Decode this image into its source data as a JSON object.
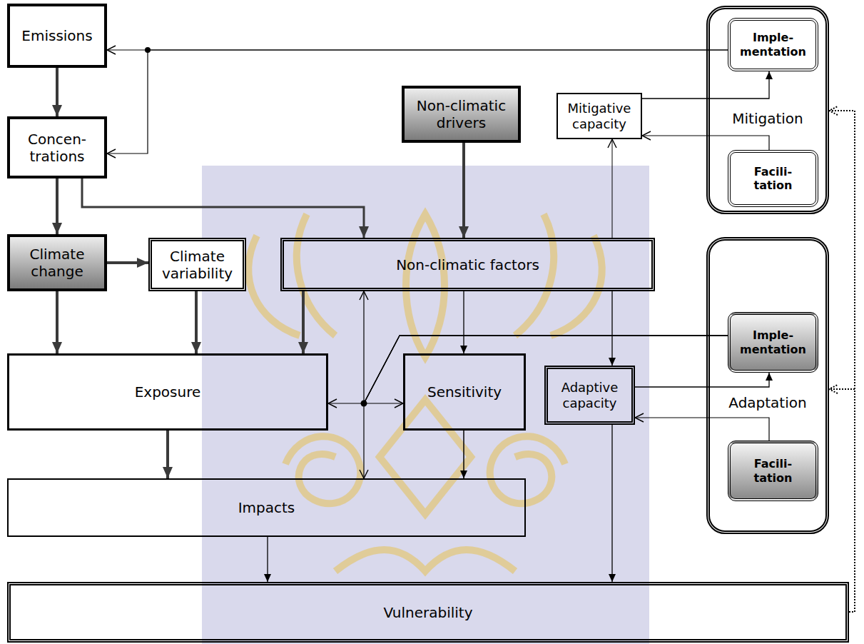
{
  "diagram": {
    "nodes": [
      {
        "text": [
          "Emissions"
        ]
      },
      {
        "text": [
          "Concen- trations"
        ]
      },
      {
        "text": [
          "Climate change"
        ]
      },
      {
        "text": [
          "Climate variability"
        ]
      },
      {
        "text": [
          "Non-climatic drivers"
        ]
      },
      {
        "text": [
          "Non-climatic factors"
        ]
      },
      {
        "text": [
          "Mitigative capacity"
        ]
      },
      {
        "text": [
          "Mitigation"
        ]
      },
      {
        "text": [
          "Imple- mentation"
        ],
        "in": 7
      },
      {
        "text": [
          "Facili- tation"
        ],
        "in": 7
      },
      {
        "text": [
          "Exposure"
        ]
      },
      {
        "text": [
          "Sensitivity"
        ]
      },
      {
        "text": [
          "Adaptive capacity"
        ]
      },
      {
        "text": [
          "Adaptation"
        ]
      },
      {
        "text": [
          "Imple- mentation"
        ],
        "in": 13
      },
      {
        "text": [
          "Facili- tation"
        ],
        "in": 13
      },
      {
        "text": [
          "Impacts"
        ]
      },
      {
        "text": [
          "Vulnerability"
        ]
      }
    ],
    "edges": [
      {
        "from": 0,
        "to": 1,
        "arrow": "to"
      },
      {
        "from": 1,
        "to": 2,
        "arrow": "to"
      },
      {
        "from": 1,
        "to": 5,
        "arrow": "to"
      },
      {
        "from": 2,
        "to": 3,
        "arrow": "to"
      },
      {
        "from": 2,
        "to": 10,
        "arrow": "to"
      },
      {
        "from": 3,
        "to": 10,
        "arrow": "to"
      },
      {
        "from": 4,
        "to": 5,
        "arrow": "to"
      },
      {
        "from": 5,
        "to": 10,
        "arrow": "to"
      },
      {
        "from": 5,
        "to": 11,
        "arrow": "to"
      },
      {
        "from": 5,
        "to": 6,
        "arrow": "to"
      },
      {
        "from": 5,
        "to": 12,
        "arrow": "to"
      },
      {
        "from": 8,
        "to": 0,
        "arrow": "to"
      },
      {
        "from": 8,
        "to": 1,
        "arrow": "to"
      },
      {
        "from": 6,
        "to": 8,
        "arrow": "to"
      },
      {
        "from": 9,
        "to": 6,
        "arrow": "to"
      },
      {
        "from": 12,
        "to": 14,
        "arrow": "to"
      },
      {
        "from": 15,
        "to": 12,
        "arrow": "to"
      },
      {
        "from": 14,
        "to": 10,
        "arrow": "to"
      },
      {
        "from": 14,
        "to": 11,
        "arrow": "to"
      },
      {
        "from": 14,
        "to": 5,
        "arrow": "to"
      },
      {
        "from": 14,
        "to": 16,
        "arrow": "to"
      },
      {
        "from": 10,
        "to": 16,
        "arrow": "to"
      },
      {
        "from": 11,
        "to": 16,
        "arrow": "to"
      },
      {
        "from": 16,
        "to": 17,
        "arrow": "to"
      },
      {
        "from": 12,
        "to": 17,
        "arrow": "to"
      },
      {
        "from": 17,
        "to": 7,
        "arrow": "to"
      },
      {
        "from": 17,
        "to": 13,
        "arrow": "to"
      }
    ]
  }
}
